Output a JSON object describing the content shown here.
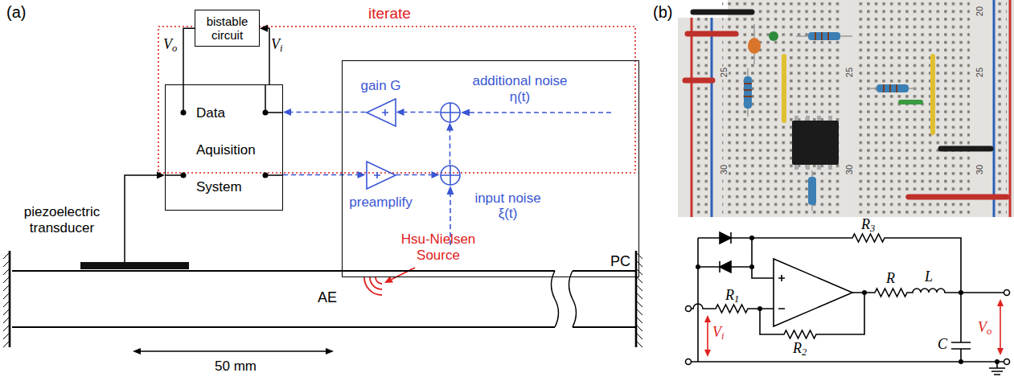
{
  "diagram": {
    "nodes": [
      {
        "text": [
          "bistable circuit"
        ]
      },
      {
        "text": [
          "Data Aquisition System"
        ]
      },
      {
        "text": [
          "PC"
        ]
      },
      {
        "text": [
          "gain G"
        ],
        "in": 2
      },
      {
        "text": [
          "additional noise η(t)"
        ],
        "in": 2
      },
      {
        "text": [
          "preamplify"
        ],
        "in": 2
      },
      {
        "text": [
          "input noise ξ(t)"
        ],
        "in": 2
      },
      {
        "text": [
          "piezoelectric transducer"
        ]
      },
      {
        "text": [
          "AE"
        ]
      }
    ],
    "edges": [
      {
        "from": 0,
        "to": 1,
        "arrow": "none"
      },
      {
        "from": 1,
        "to": 0,
        "arrow": "to"
      },
      {
        "from": 4,
        "to": 3,
        "arrow": "to"
      },
      {
        "from": 3,
        "to": 1,
        "arrow": "to"
      },
      {
        "from": 1,
        "to": 5,
        "arrow": "to"
      },
      {
        "from": 5,
        "to": 6,
        "arrow": "to"
      },
      {
        "from": 6,
        "to": 4,
        "arrow": "to"
      },
      {
        "from": 7,
        "to": 1,
        "arrow": "to"
      }
    ],
    "labels": [
      "(a)",
      "iterate",
      "Vo",
      "Vi",
      "Hsu-Nielsen Source",
      "50 mm",
      "(b)",
      "25",
      "30",
      "25",
      "30",
      "20",
      "25",
      "30",
      "R3",
      "R1",
      "R2",
      "R",
      "L",
      "C",
      "Vi",
      "Vo"
    ]
  }
}
